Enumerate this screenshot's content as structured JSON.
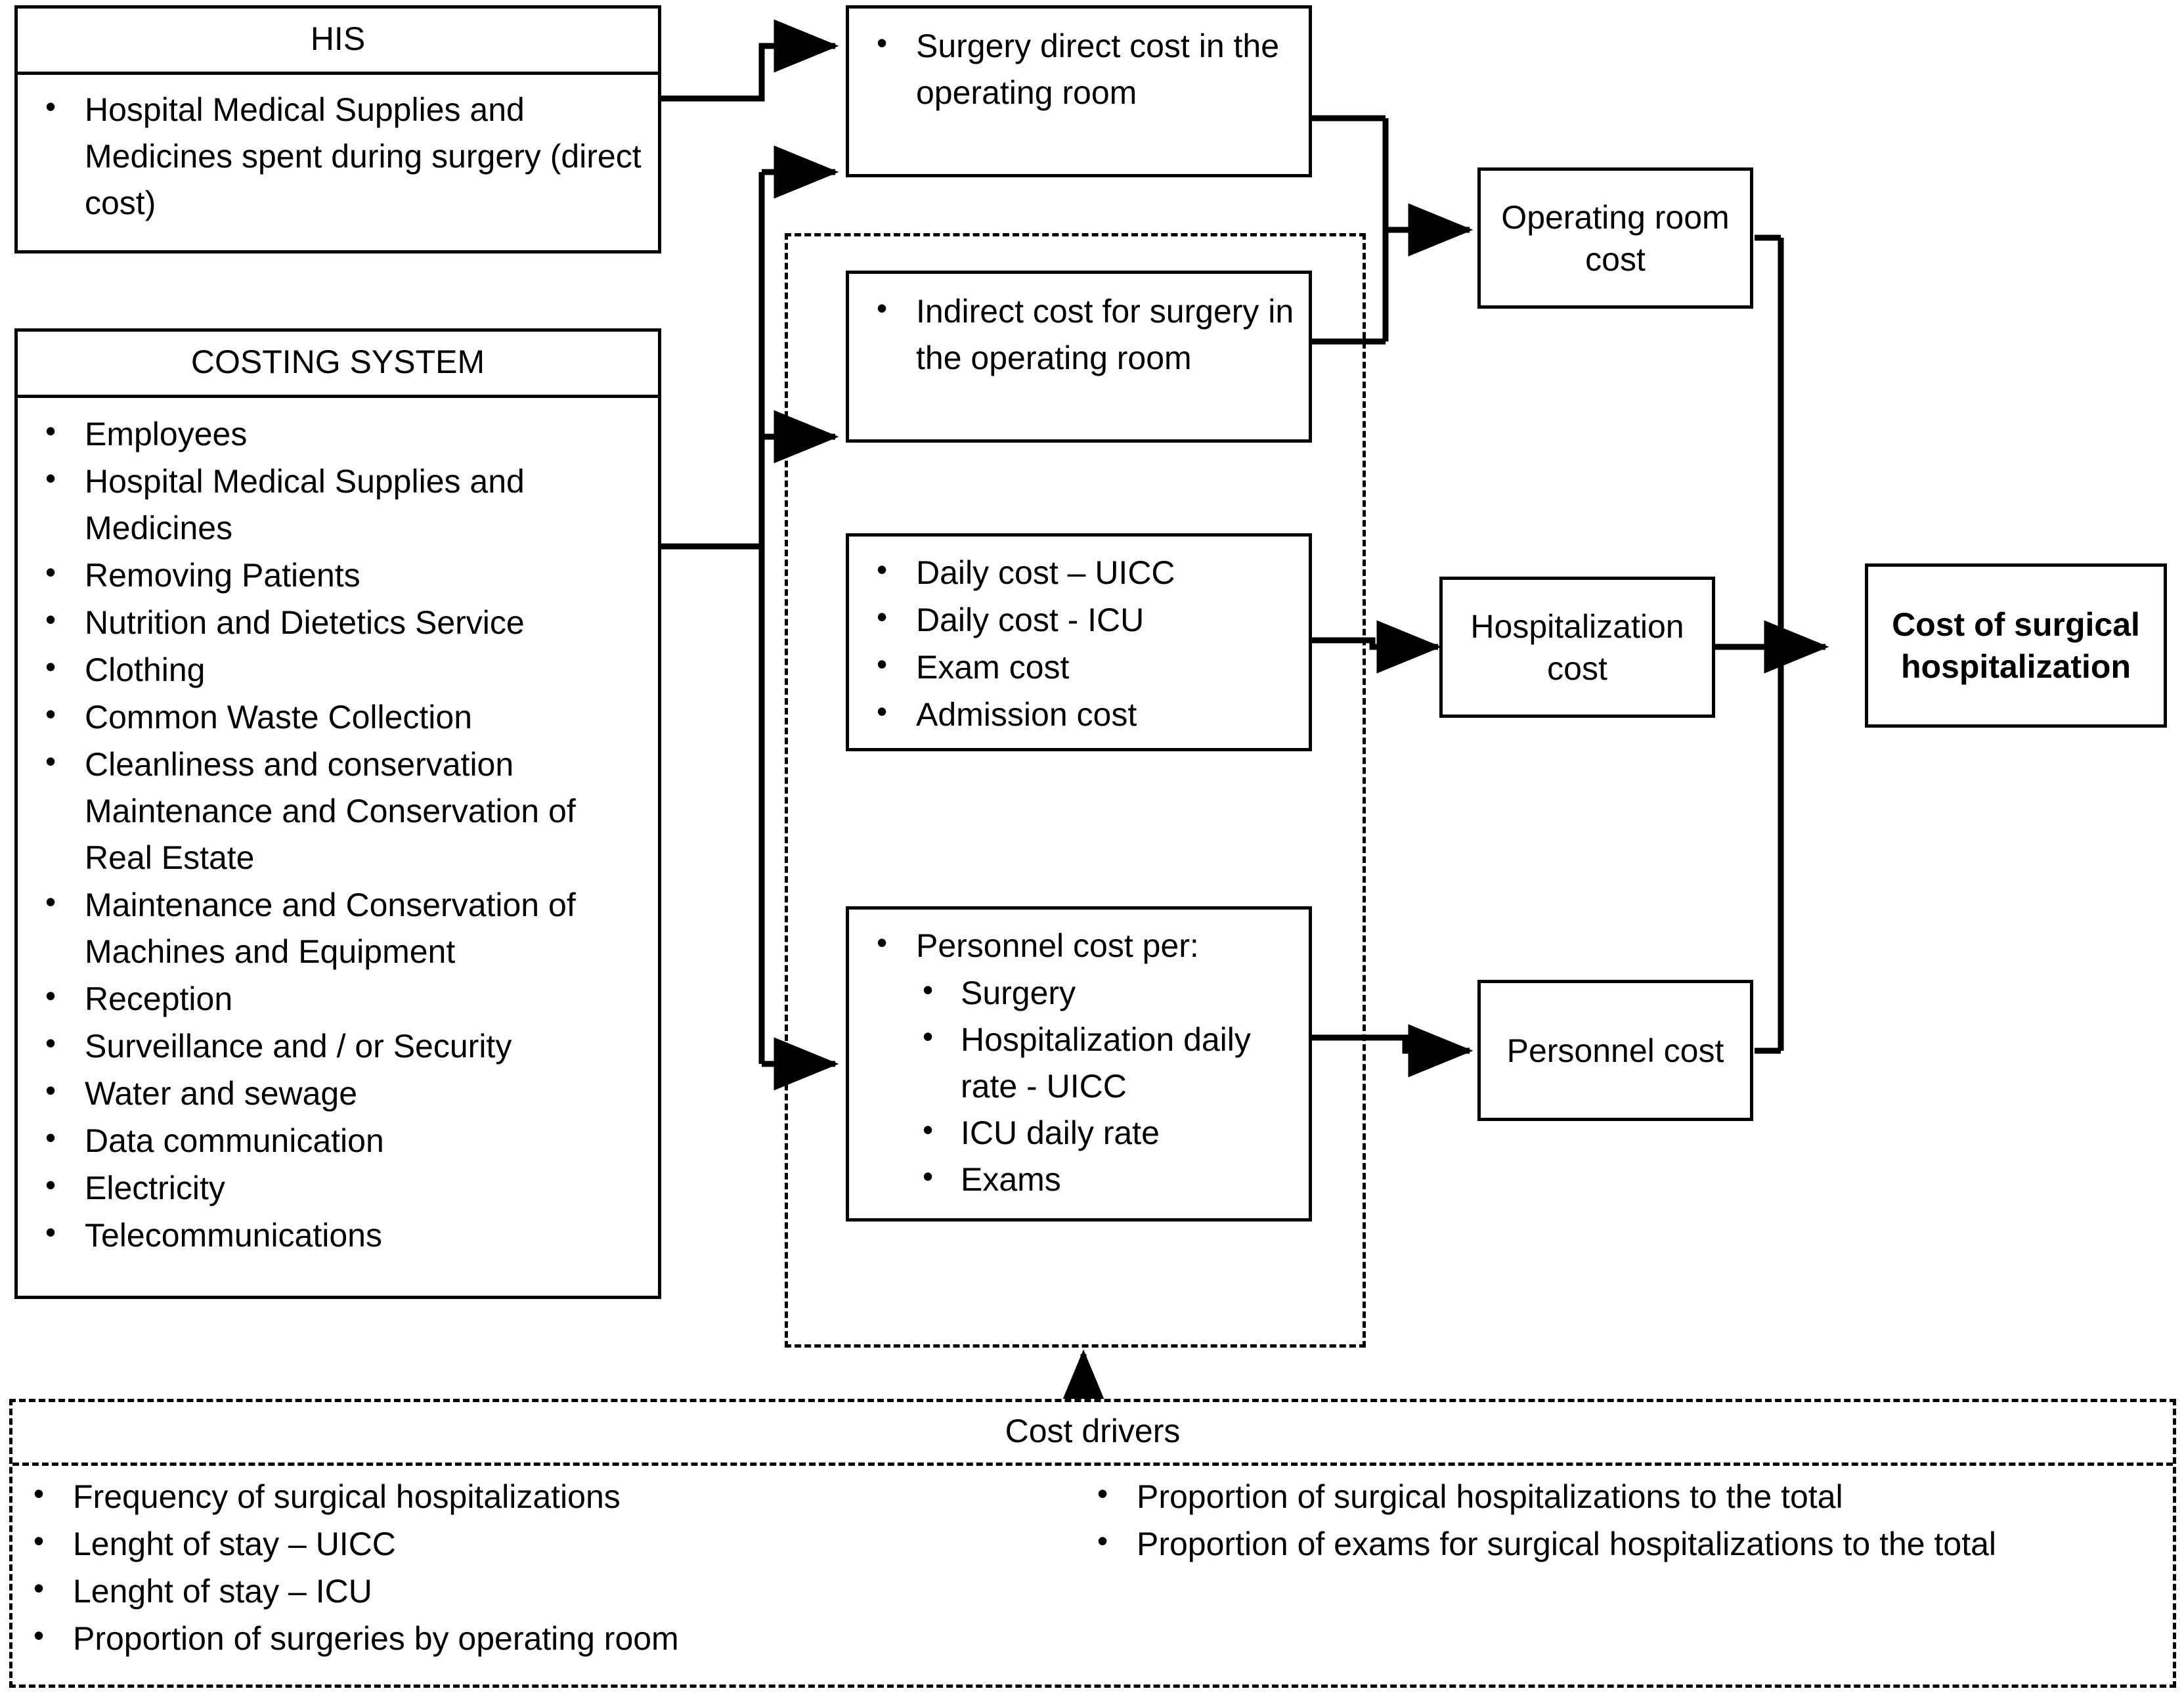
{
  "diagram": {
    "title_hidden": "",
    "his": {
      "header": "HIS",
      "items": [
        "Hospital Medical Supplies and Medicines spent during surgery (direct cost)"
      ]
    },
    "costing_system": {
      "header": "COSTING SYSTEM",
      "items": [
        "Employees",
        "Hospital Medical Supplies and Medicines",
        "Removing Patients",
        "Nutrition and Dietetics Service",
        "Clothing",
        "Common Waste Collection",
        "Cleanliness and conservation Maintenance and Conservation of Real Estate",
        "Maintenance and Conservation of Machines and Equipment",
        "Reception",
        "Surveillance and / or Security",
        "Water and sewage",
        "Data communication",
        "Electricity",
        "Telecommunications"
      ]
    },
    "surgery_direct": {
      "items": [
        "Surgery direct cost in the operating room"
      ]
    },
    "indirect_surgery": {
      "items": [
        "Indirect cost for surgery in the operating room"
      ]
    },
    "daily_costs": {
      "items": [
        "Daily cost – UICC",
        "Daily cost - ICU",
        "Exam cost",
        "Admission cost"
      ]
    },
    "personnel_costs": {
      "lead": "Personnel cost per:",
      "items": [
        "Surgery",
        "Hospitalization daily rate - UICC",
        "ICU daily rate",
        "Exams"
      ]
    },
    "outputs": {
      "operating_room_cost": "Operating room cost",
      "hospitalization_cost": "Hospitalization cost",
      "personnel_cost": "Personnel cost",
      "final": "Cost of surgical hospitalization"
    },
    "cost_drivers": {
      "title": "Cost drivers",
      "left_items": [
        "Frequency of surgical hospitalizations",
        "Lenght of stay – UICC",
        "Lenght of stay – ICU",
        "Proportion of surgeries by operating room"
      ],
      "right_items": [
        "Proportion of surgical hospitalizations to the total",
        "Proportion of exams for surgical hospitalizations to the total"
      ]
    },
    "colors": {
      "line": "#000000",
      "background": "#ffffff",
      "text": "#000000"
    }
  }
}
